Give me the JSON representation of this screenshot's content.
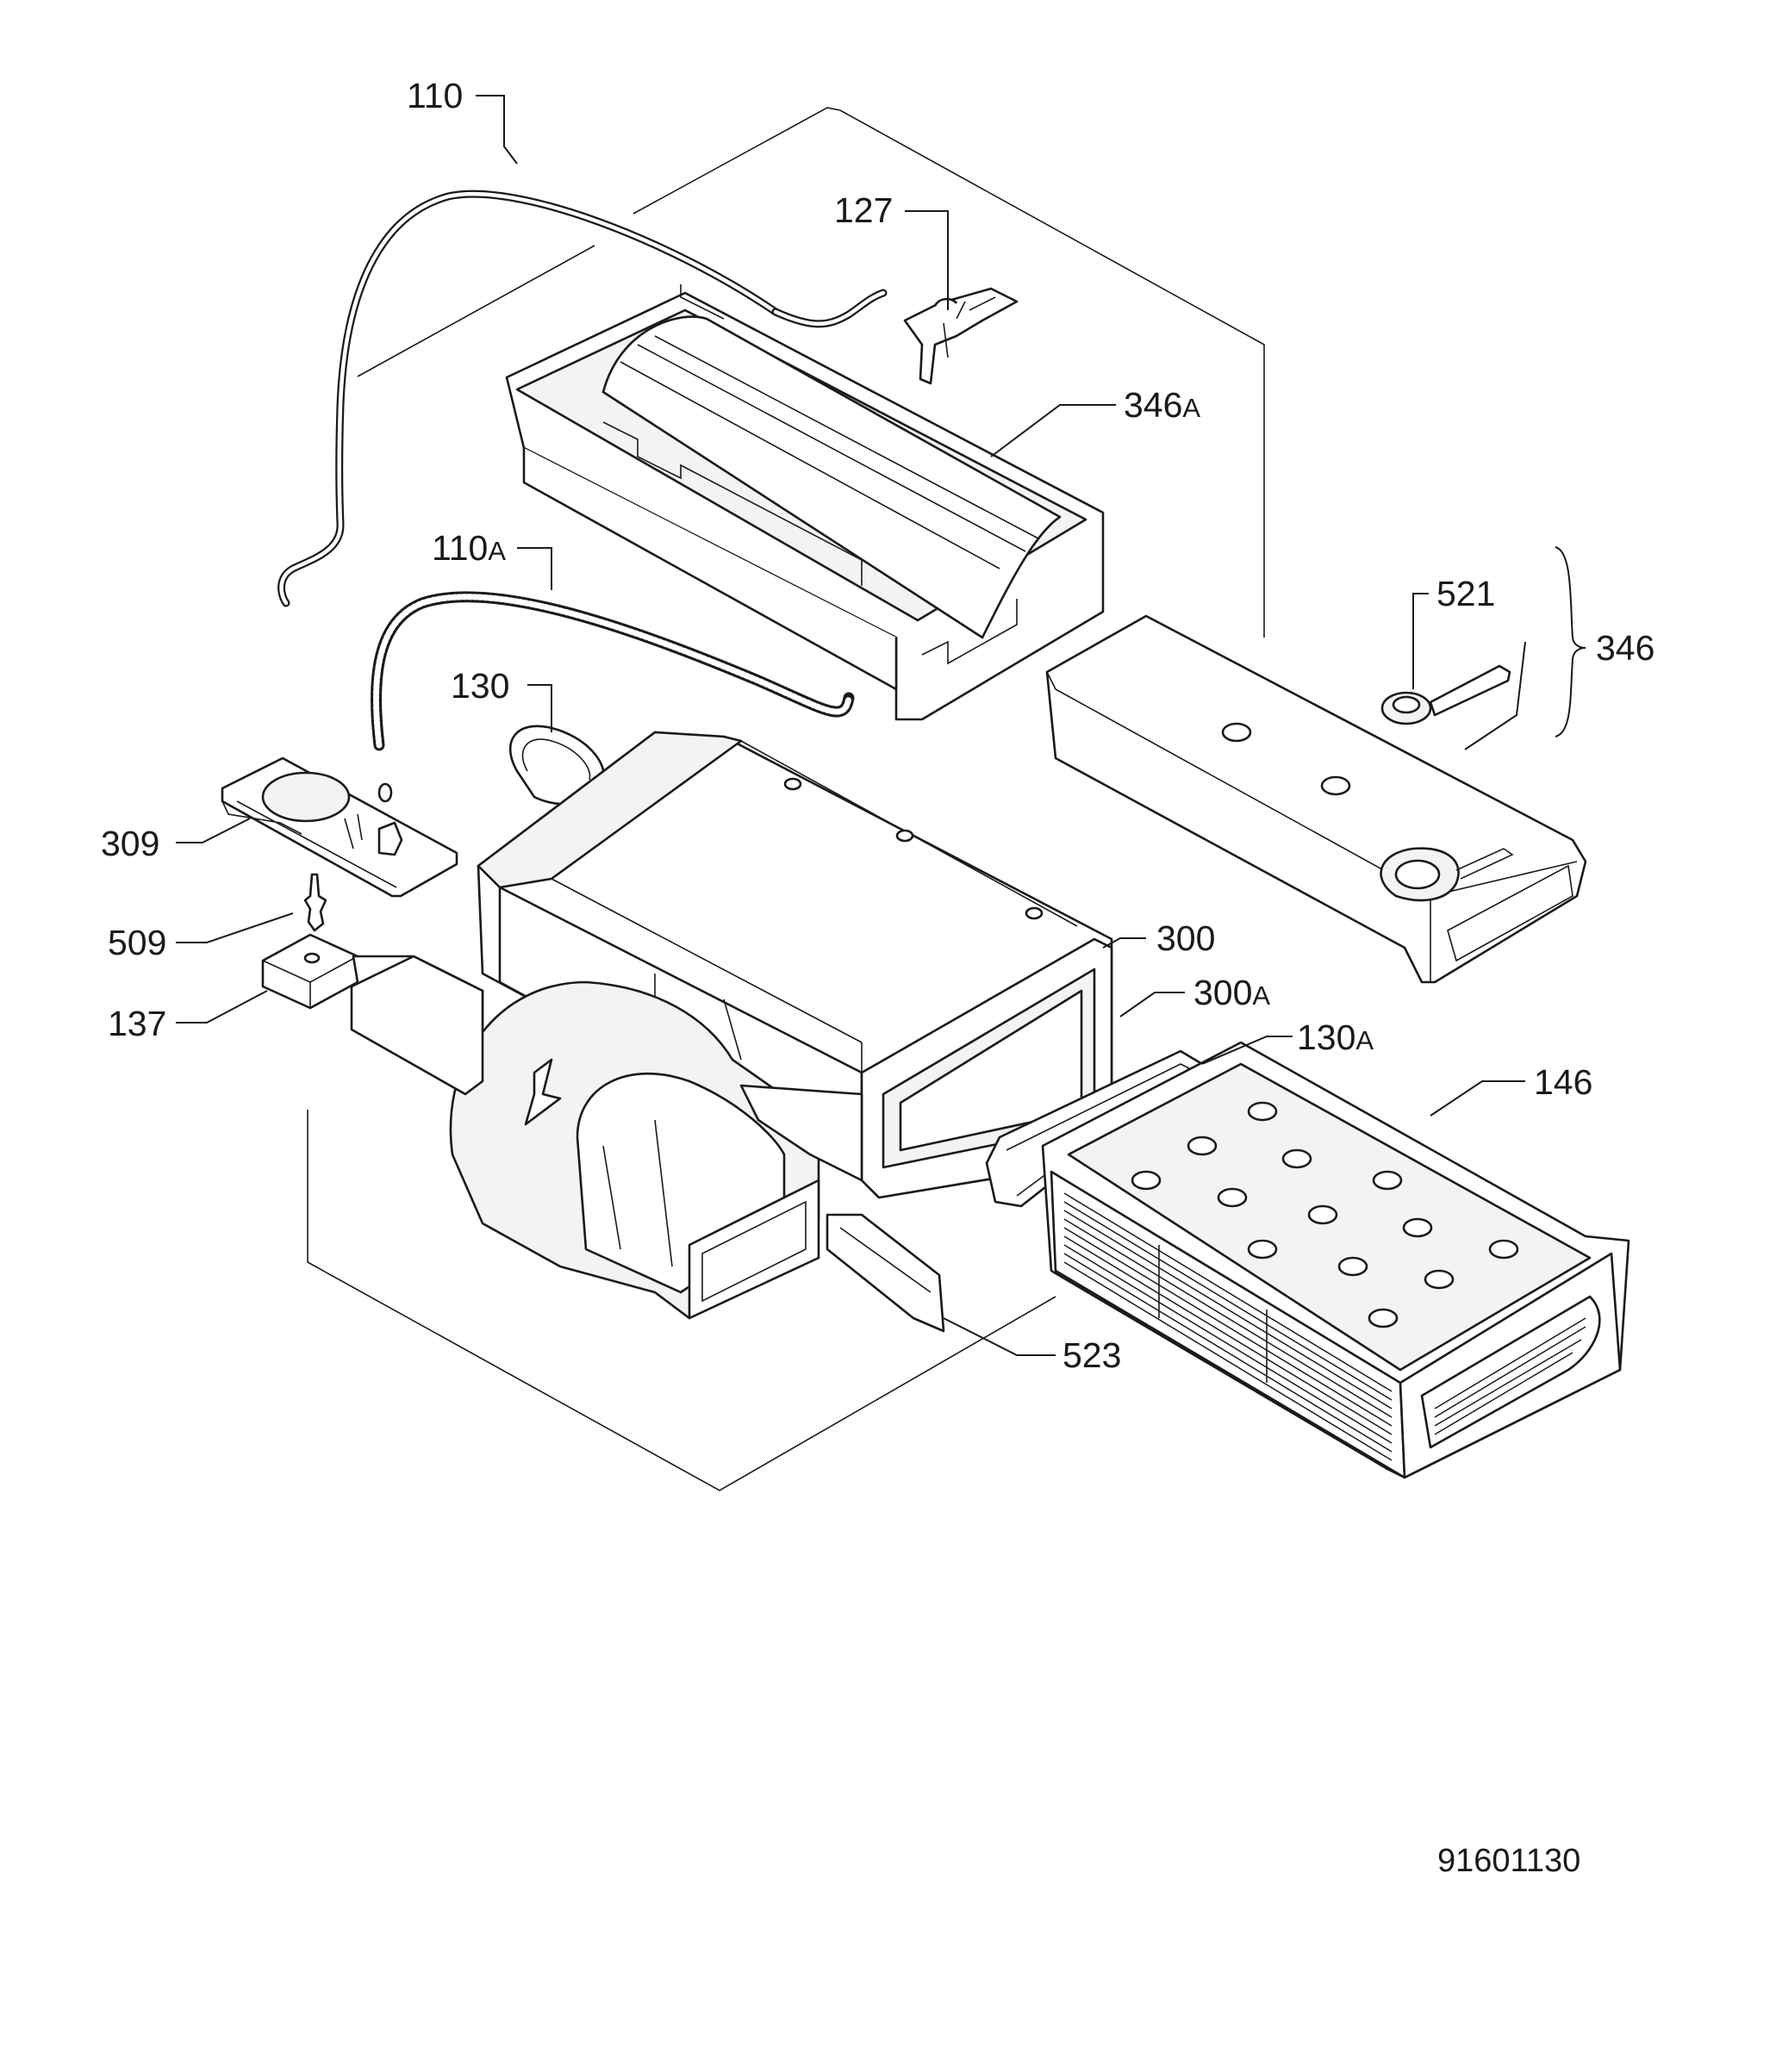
{
  "callouts": {
    "c110": "110",
    "c127": "127",
    "c346a_num": "346",
    "c346a_suffix": "A",
    "c110a_num": "110",
    "c110a_suffix": "A",
    "c521": "521",
    "c346": "346",
    "c130": "130",
    "c309": "309",
    "c509": "509",
    "c137": "137",
    "c300": "300",
    "c300a_num": "300",
    "c300a_suffix": "A",
    "c130a_num": "130",
    "c130a_suffix": "A",
    "c146": "146",
    "c523": "523"
  },
  "document_number": "91601130"
}
